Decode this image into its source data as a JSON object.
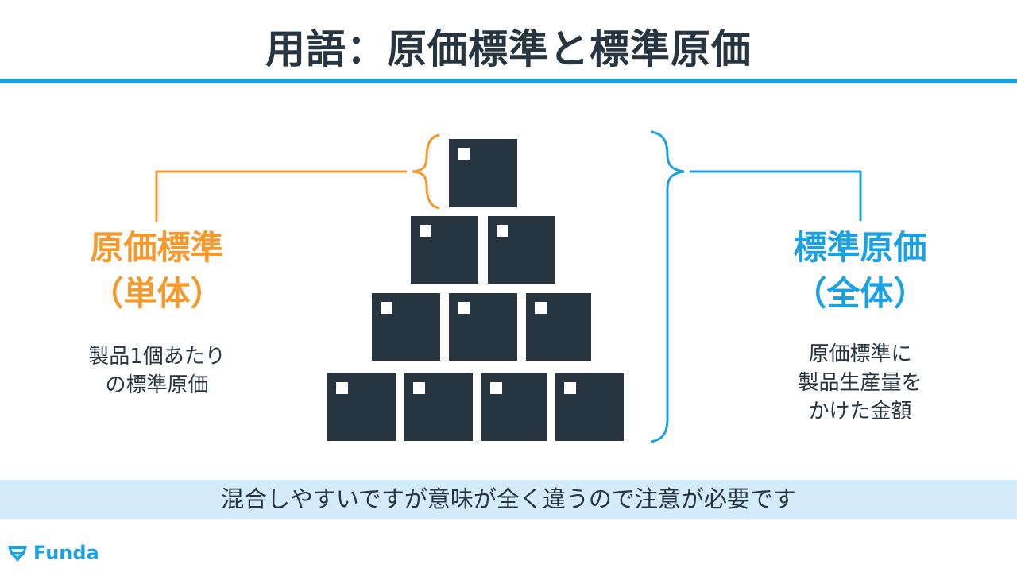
{
  "header": {
    "title": "用語：原価標準と標準原価"
  },
  "diagram": {
    "left": {
      "term": "原価標準",
      "qualifier": "（単体）",
      "description_line1": "製品1個あたり",
      "description_line2": "の標準原価",
      "color": "#f39a2f"
    },
    "right": {
      "term": "標準原価",
      "qualifier": "（全体）",
      "description_line1": "原価標準に",
      "description_line2": "製品生産量を",
      "description_line3": "かけた金額",
      "color": "#1ba1e2"
    },
    "pyramid": {
      "rows": [
        1,
        2,
        3,
        4
      ],
      "box_color": "#263540",
      "total_boxes": 10
    }
  },
  "banner": {
    "text": "混合しやすいですが意味が全く違うので注意が必要です",
    "background": "#d4ecf9"
  },
  "footer": {
    "brand": "Funda",
    "brand_color": "#1ba1e2"
  }
}
